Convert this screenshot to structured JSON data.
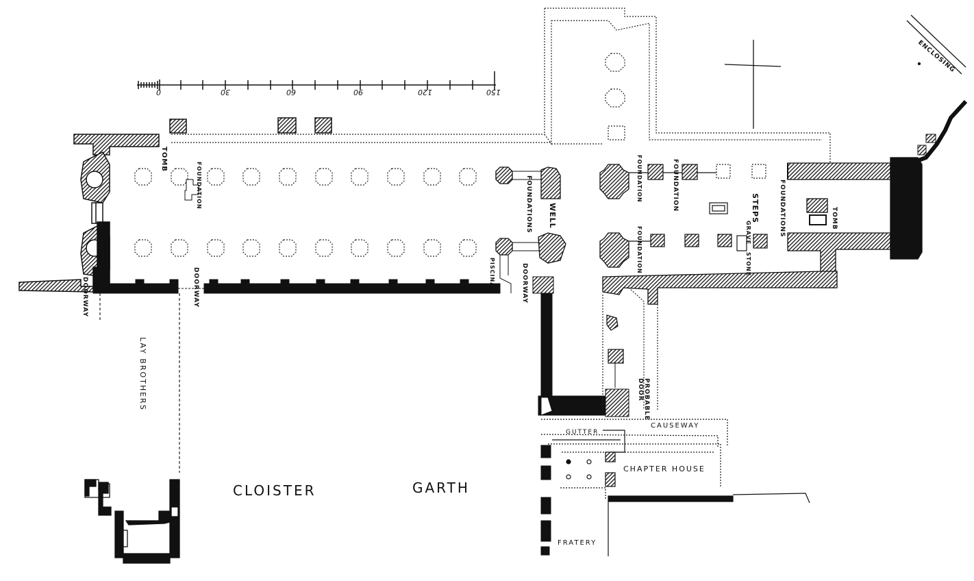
{
  "scale": {
    "ticks": [
      "0",
      "30",
      "60",
      "90",
      "120",
      "150"
    ]
  },
  "compass": {
    "word": "ENCLOSING"
  },
  "labels": {
    "tomb_west": "TOMB",
    "foundation_nave": "FOUNDATION",
    "foundations_crossing": "FOUNDATIONS",
    "well": "WELL",
    "foundation_n1": "FOUNDATION",
    "foundation_n2": "FOUNDATION",
    "foundation_s": "FOUNDATION",
    "steps": "STEPS",
    "foundations_east": "FOUNDATIONS",
    "tomb_east": "TOMB",
    "grave": "GRAVE",
    "stone": "STONE",
    "piscina": "PISCINA",
    "doorway_east": "DOORWAY",
    "doorway_west": "DOORWAY",
    "doorway_mid": "DOORWAY",
    "lay_brothers": "LAY BROTHERS",
    "cloister": "CLOISTER",
    "garth": "GARTH",
    "probable_door": "PROBABLE DOOR",
    "causeway": "CAUSEWAY",
    "gutter": "GUTTER",
    "chapter_house": "CHAPTER HOUSE",
    "fratery": "FRATERY"
  }
}
